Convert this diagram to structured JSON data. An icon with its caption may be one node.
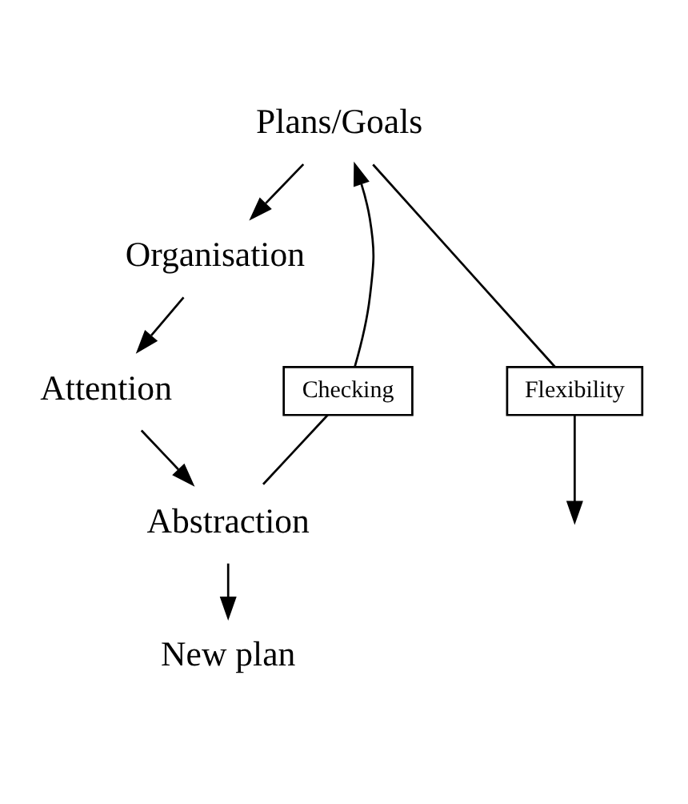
{
  "diagram": {
    "nodes": [
      {
        "text": [
          "Plans/Goals"
        ]
      },
      {
        "text": [
          "Organisation"
        ]
      },
      {
        "text": [
          "Attention"
        ]
      },
      {
        "text": [
          "Abstraction"
        ]
      },
      {
        "text": [
          "New plan"
        ]
      },
      {
        "text": [
          "Checking"
        ]
      },
      {
        "text": [
          "Flexibility"
        ]
      }
    ],
    "edges": [
      {
        "from": 0,
        "to": 1,
        "arrow": "to"
      },
      {
        "from": 1,
        "to": 2,
        "arrow": "to"
      },
      {
        "from": 2,
        "to": 3,
        "arrow": "to"
      },
      {
        "from": 3,
        "to": 4,
        "arrow": "to"
      },
      {
        "from": 3,
        "to": 5,
        "arrow": "none"
      },
      {
        "from": 5,
        "to": 0,
        "arrow": "to"
      },
      {
        "from": 0,
        "to": 6,
        "arrow": "none"
      },
      {
        "from": 6,
        "to": null,
        "arrow": "to"
      }
    ]
  }
}
